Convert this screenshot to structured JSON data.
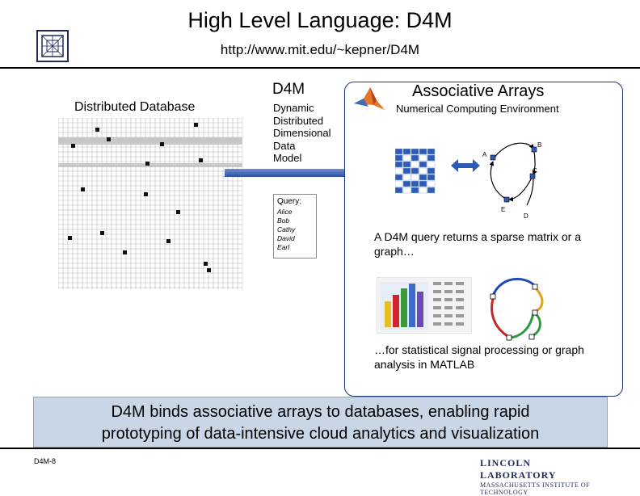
{
  "header": {
    "title": "High Level Language: D4M",
    "url": "http://www.mit.edu/~kepner/D4M"
  },
  "left": {
    "heading": "Distributed Database"
  },
  "middle": {
    "heading": "D4M",
    "description": [
      "Dynamic",
      "Distributed",
      "Dimensional",
      "Data",
      "Model"
    ],
    "query": {
      "title": "Query:",
      "names": [
        "Alice",
        "Bob",
        "Cathy",
        "David",
        "Earl"
      ]
    }
  },
  "right": {
    "heading": "Associative Arrays",
    "subheading": "Numerical Computing Environment",
    "graph_labels": [
      "A",
      "B",
      "C",
      "D",
      "E"
    ],
    "caption1": "A D4M query returns a sparse matrix or a graph…",
    "caption2": "…for statistical signal processing or graph analysis in MATLAB"
  },
  "banner": {
    "line1": "D4M binds associative arrays to databases, enabling rapid",
    "line2": "prototyping of data-intensive cloud analytics and visualization"
  },
  "footer": {
    "slide_number": "D4M-8",
    "lab_name": "LINCOLN LABORATORY",
    "lab_sub": "MASSACHUSETTS INSTITUTE OF TECHNOLOGY"
  },
  "colors": {
    "panel_border": "#1f3a7a",
    "banner_bg": "#c8d6e5",
    "arrow": "#2e4f9e",
    "matrix_blue": "#2f5bb8"
  }
}
